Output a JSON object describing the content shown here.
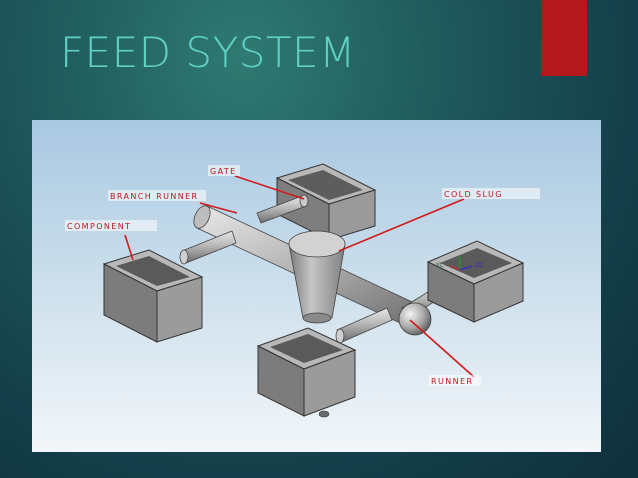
{
  "slide": {
    "title": "FEED SYSTEM",
    "accent_color": "#b3191c",
    "title_color": "#5fd0c4"
  },
  "diagram": {
    "labels": {
      "gate": "GATE",
      "branch_runner": "BRANCH  RUNNER",
      "component": "COMPONENT",
      "cold_slug": "COLD  SLUG",
      "runner": "RUNNER"
    },
    "axis_labels": {
      "yc": "YC",
      "zc": "ZC"
    },
    "label_color": "#c0161a"
  }
}
